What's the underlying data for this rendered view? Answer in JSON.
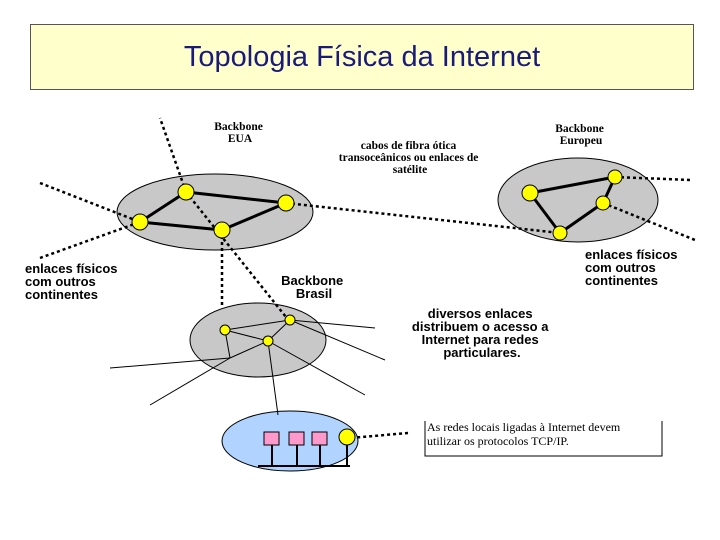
{
  "title": "Topologia Física da Internet",
  "labels": {
    "backbone_eua": [
      "Backbone",
      "EUA"
    ],
    "backbone_europa": [
      "Backbone",
      "Europeu"
    ],
    "cabos": [
      "cabos de fibra ótica",
      "transoceânicos ou enlaces de",
      "satélite"
    ],
    "enlaces_left": [
      "enlaces físicos",
      "com outros",
      "continentes"
    ],
    "enlaces_right": [
      "enlaces físicos",
      "com outros",
      "continentes"
    ],
    "backbone_brasil": [
      "Backbone",
      "Brasil"
    ],
    "diversos": [
      "diversos enlaces",
      "distribuem o acesso a",
      "Internet para redes",
      "particulares."
    ],
    "redes_locais": [
      "As redes locais ligadas à Internet devem",
      "utilizar os protocolos TCP/IP."
    ]
  },
  "colors": {
    "backbone_fill": "#c8c8c8",
    "lan_fill": "#b0d4ff",
    "node_fill": "#ffff00",
    "host_fill": "#ff99cc",
    "title_bg": "#ffffcc",
    "title_color": "#1a1a7a"
  }
}
